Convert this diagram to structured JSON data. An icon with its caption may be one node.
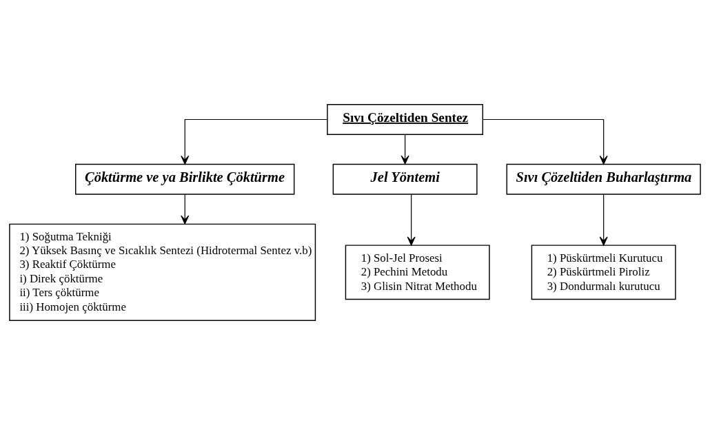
{
  "diagram": {
    "nodes": [
      {
        "text": [
          "Sıvı Çözeltiden Sentez"
        ]
      },
      {
        "text": [
          "Çöktürme ve ya Birlikte Çöktürme"
        ]
      },
      {
        "text": [
          "Jel Yöntemi"
        ]
      },
      {
        "text": [
          "Sıvı Çözeltiden Buharlaştırma"
        ]
      },
      {
        "text": [
          "1) Soğutma Tekniği",
          "2) Yüksek Basınç ve Sıcaklık Sentezi (Hidrotermal Sentez v.b)",
          "3) Reaktif Çöktürme",
          "i) Direk çöktürme",
          "ii) Ters çöktürme",
          "iii) Homojen çöktürme"
        ]
      },
      {
        "text": [
          "1) Sol-Jel Prosesi",
          "2) Pechini Metodu",
          "3) Glisin Nitrat Methodu"
        ]
      },
      {
        "text": [
          "1) Püskürtmeli Kurutucu",
          "2) Püskürtmeli Piroliz",
          "3) Dondurmalı kurutucu"
        ]
      }
    ],
    "edges": [
      {
        "from": 0,
        "to": 1,
        "arrow": "to"
      },
      {
        "from": 0,
        "to": 2,
        "arrow": "to"
      },
      {
        "from": 0,
        "to": 3,
        "arrow": "to"
      },
      {
        "from": 1,
        "to": 4,
        "arrow": "to"
      },
      {
        "from": 2,
        "to": 5,
        "arrow": "to"
      },
      {
        "from": 3,
        "to": 6,
        "arrow": "to"
      }
    ]
  }
}
